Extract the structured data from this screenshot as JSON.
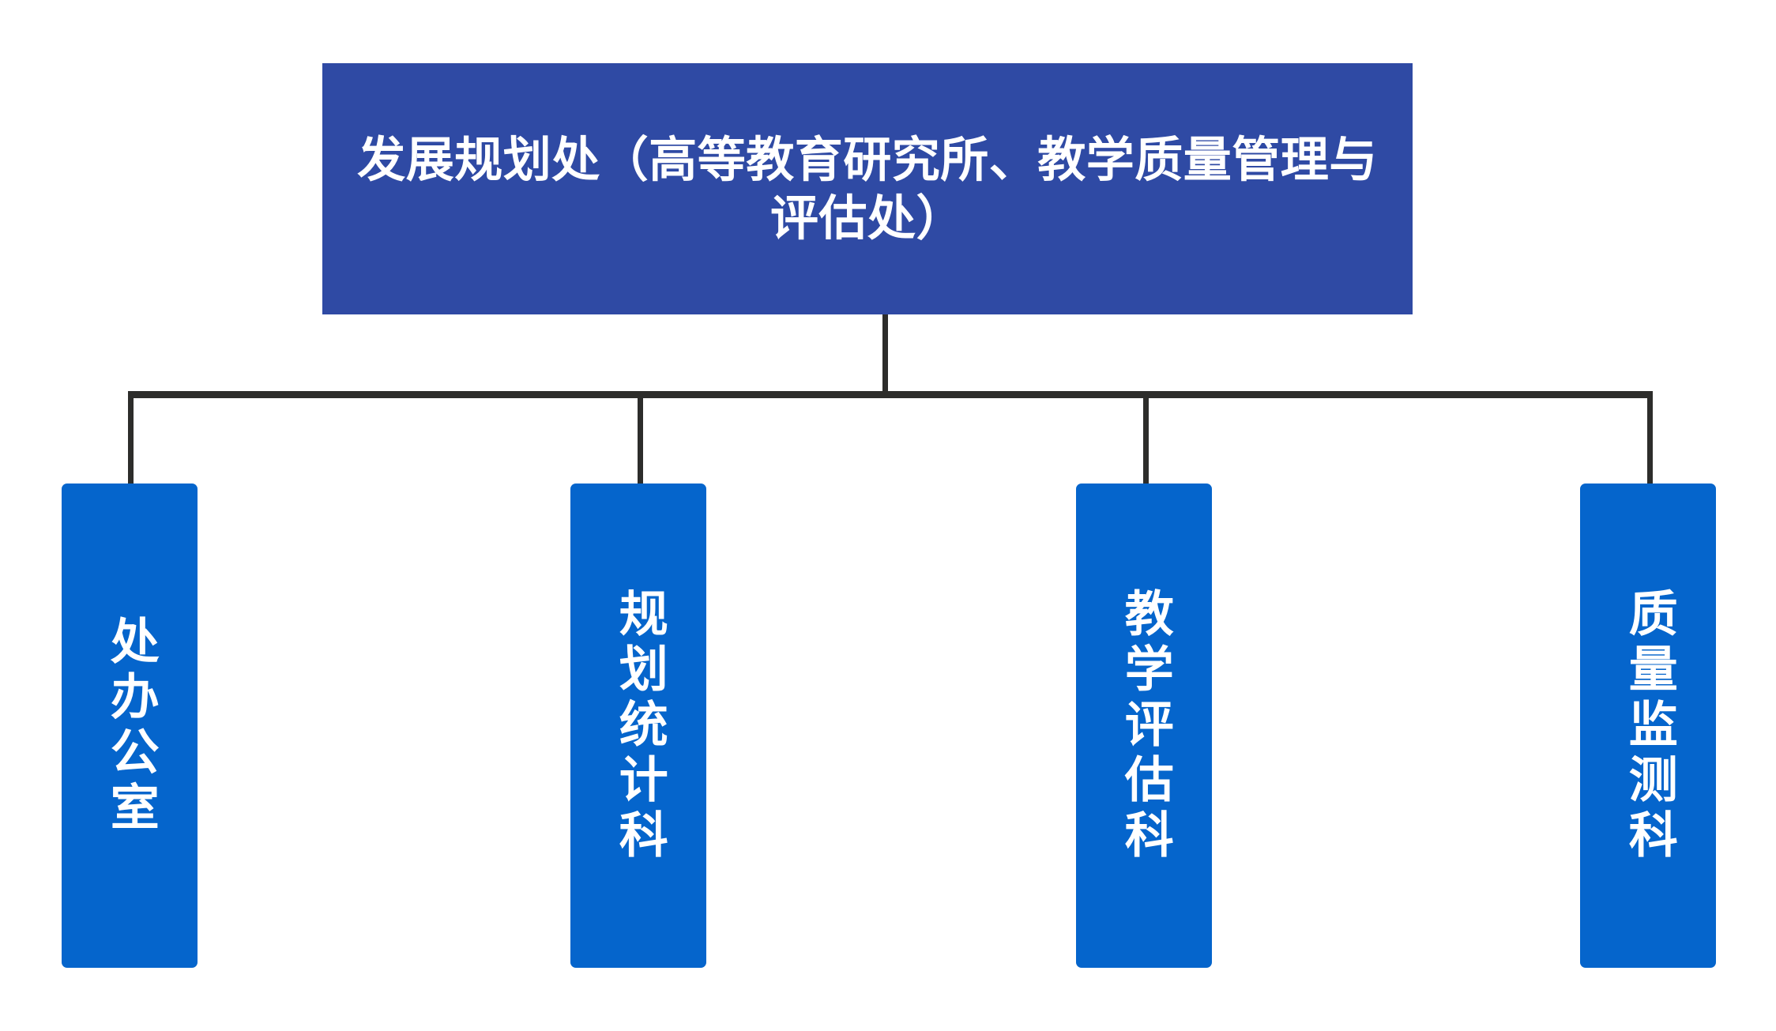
{
  "diagram": {
    "type": "organization-chart",
    "orientation": "top-down",
    "background_color": "#FFFFFF",
    "connector_color": "#2D2D2B",
    "root": {
      "label": "发展规划处（高等教育研究所、教学质量管理与评估处）",
      "line1": "发展规划处（高等教育研究所、教学质量",
      "line2": "管理与评估处）",
      "fill_color": "#2F4AA4",
      "text_color": "#FFFFFF"
    },
    "children": [
      {
        "id": "chu-ban-gong-shi",
        "label": "处办公室",
        "fill_color": "#0565CC",
        "text_color": "#FFFFFF"
      },
      {
        "id": "gui-hua-tong-ji-ke",
        "label": "规划统计科",
        "fill_color": "#0565CC",
        "text_color": "#FFFFFF"
      },
      {
        "id": "jiao-xue-ping-gu-ke",
        "label": "教学评估科",
        "fill_color": "#0565CC",
        "text_color": "#FFFFFF"
      },
      {
        "id": "zhi-liang-jian-ce-ke",
        "label": "质量监测科",
        "fill_color": "#0565CC",
        "text_color": "#FFFFFF"
      }
    ]
  }
}
